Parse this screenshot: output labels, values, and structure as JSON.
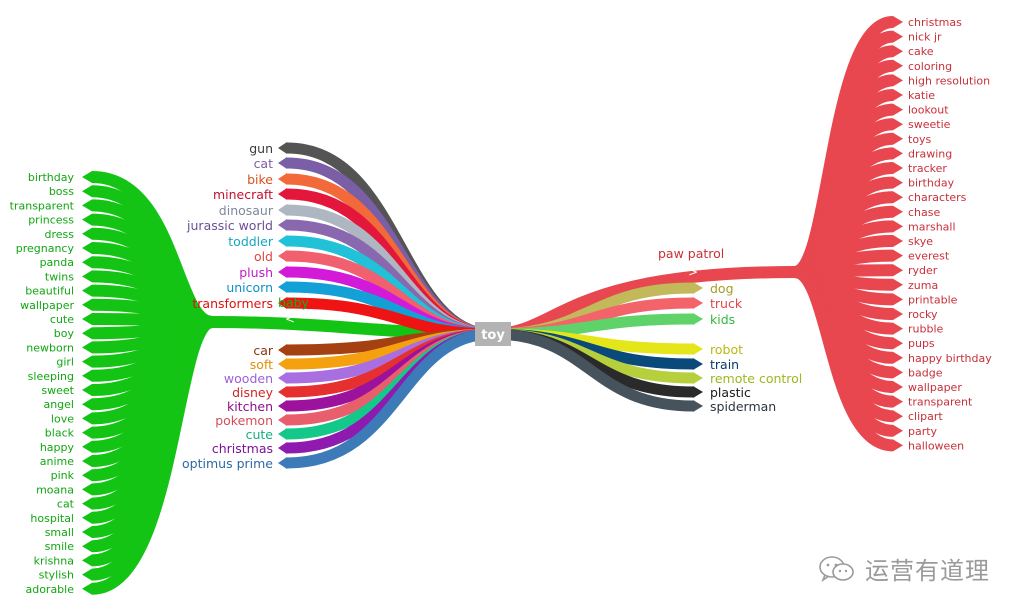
{
  "center": {
    "label": "toy",
    "color": "#b3b3b3"
  },
  "left_branches": [
    {
      "label": "gun",
      "color": "#545454"
    },
    {
      "label": "cat",
      "color": "#7a5ea6"
    },
    {
      "label": "bike",
      "color": "#f26a3a"
    },
    {
      "label": "minecraft",
      "color": "#e3163b"
    },
    {
      "label": "dinosaur",
      "color": "#aeb6c2"
    },
    {
      "label": "jurassic world",
      "color": "#8a68b0"
    },
    {
      "label": "toddler",
      "color": "#21c2d8"
    },
    {
      "label": "old",
      "color": "#f0606e"
    },
    {
      "label": "plush",
      "color": "#d21ad8"
    },
    {
      "label": "unicorn",
      "color": "#12a0d6"
    },
    {
      "label": "transformers",
      "color": "#f01313"
    },
    {
      "label": "baby",
      "color": "#14c414"
    },
    {
      "label": "car",
      "color": "#a54012"
    },
    {
      "label": "soft",
      "color": "#f5a00f"
    },
    {
      "label": "wooden",
      "color": "#a96fe0"
    },
    {
      "label": "disney",
      "color": "#e63030"
    },
    {
      "label": "kitchen",
      "color": "#9c129c"
    },
    {
      "label": "pokemon",
      "color": "#e85e6c"
    },
    {
      "label": "cute",
      "color": "#14c88a"
    },
    {
      "label": "christmas",
      "color": "#8e1aaf"
    },
    {
      "label": "optimus prime",
      "color": "#3c7ab8"
    }
  ],
  "left_label_colors": [
    "#3b3b3b",
    "#7a5ea6",
    "#d6521e",
    "#c4102e",
    "#7d8898",
    "#6b4f94",
    "#16a7be",
    "#e04646",
    "#c01ac6",
    "#1090c4",
    "#e01010",
    "#12b312",
    "#8a3510",
    "#e09100",
    "#9c60d6",
    "#d22424",
    "#8a108a",
    "#d24e5c",
    "#10b07a",
    "#7c1299",
    "#2f6aa2"
  ],
  "baby": {
    "color": "#14c414",
    "arrow": "<",
    "children": [
      "birthday",
      "boss",
      "transparent",
      "princess",
      "dress",
      "pregnancy",
      "panda",
      "twins",
      "beautiful",
      "wallpaper",
      "cute",
      "boy",
      "newborn",
      "girl",
      "sleeping",
      "sweet",
      "angel",
      "love",
      "black",
      "happy",
      "anime",
      "pink",
      "moana",
      "cat",
      "hospital",
      "small",
      "smile",
      "krishna",
      "stylish",
      "adorable"
    ]
  },
  "right_branches": [
    {
      "label": "paw patrol",
      "color": "#e8474f",
      "label_color": "#c8303a"
    },
    {
      "label": "dog",
      "color": "#c2b95a",
      "label_color": "#a59c2a"
    },
    {
      "label": "truck",
      "color": "#f2646a",
      "label_color": "#e2444c"
    },
    {
      "label": "kids",
      "color": "#5fd36a",
      "label_color": "#2eb83e"
    },
    {
      "label": "robot",
      "color": "#e4e61a",
      "label_color": "#b9b810"
    },
    {
      "label": "train",
      "color": "#0a4a7a",
      "label_color": "#0a3d66"
    },
    {
      "label": "remote control",
      "color": "#b5d03c",
      "label_color": "#9cb820"
    },
    {
      "label": "plastic",
      "color": "#2a2a2a",
      "label_color": "#1a1a1a"
    },
    {
      "label": "spiderman",
      "color": "#46525c",
      "label_color": "#2d363e"
    }
  ],
  "paw_patrol": {
    "color": "#e8474f",
    "label_color": "#c8303a",
    "arrow": ">",
    "children": [
      "christmas",
      "nick jr",
      "cake",
      "coloring",
      "high resolution",
      "katie",
      "lookout",
      "sweetie",
      "toys",
      "drawing",
      "tracker",
      "birthday",
      "characters",
      "chase",
      "marshall",
      "skye",
      "everest",
      "ryder",
      "zuma",
      "printable",
      "rocky",
      "rubble",
      "pups",
      "happy birthday",
      "badge",
      "wallpaper",
      "transparent",
      "clipart",
      "party",
      "halloween"
    ]
  },
  "watermark": {
    "text": "运营有道理",
    "icon": "wechat-icon"
  }
}
